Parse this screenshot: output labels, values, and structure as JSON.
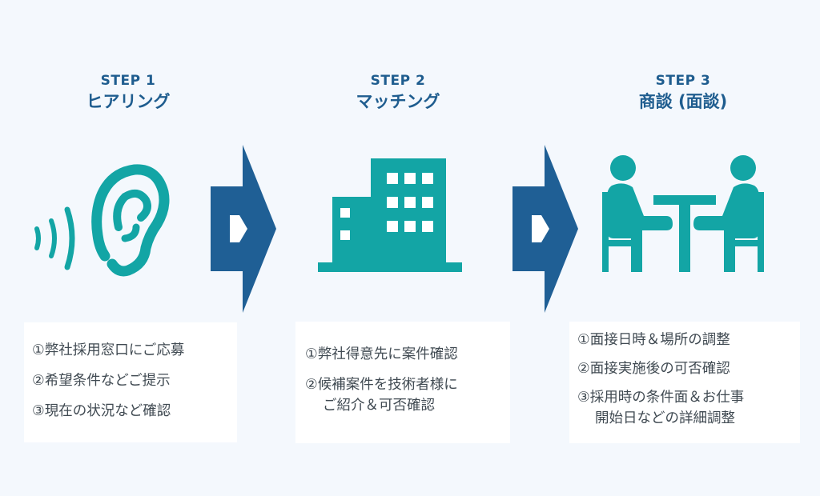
{
  "colors": {
    "background": "#f4f8fd",
    "title": "#1f5d8f",
    "icon": "#13a5a5",
    "arrow": "#1f5f95",
    "card": "#ffffff",
    "text": "#404a52"
  },
  "steps": [
    {
      "number": "STEP 1",
      "name": "ヒアリング",
      "icon": "ear-with-sound-waves-icon",
      "items": [
        {
          "text": "①弊社採用窓口にご応募"
        },
        {
          "text": "②希望条件などご提示"
        },
        {
          "text": "③現在の状況など確認"
        }
      ]
    },
    {
      "number": "STEP 2",
      "name": "マッチング",
      "icon": "office-building-icon",
      "items": [
        {
          "text": "①弊社得意先に案件確認"
        },
        {
          "text": "②候補案件を技術者様に",
          "cont": "ご紹介＆可否確認"
        }
      ]
    },
    {
      "number": "STEP 3",
      "name": "商談 (面談)",
      "icon": "meeting-at-table-icon",
      "items": [
        {
          "text": "①面接日時＆場所の調整"
        },
        {
          "text": "②面接実施後の可否確認"
        },
        {
          "text": "③採用時の条件面＆お仕事",
          "cont": "開始日などの詳細調整"
        }
      ]
    }
  ]
}
